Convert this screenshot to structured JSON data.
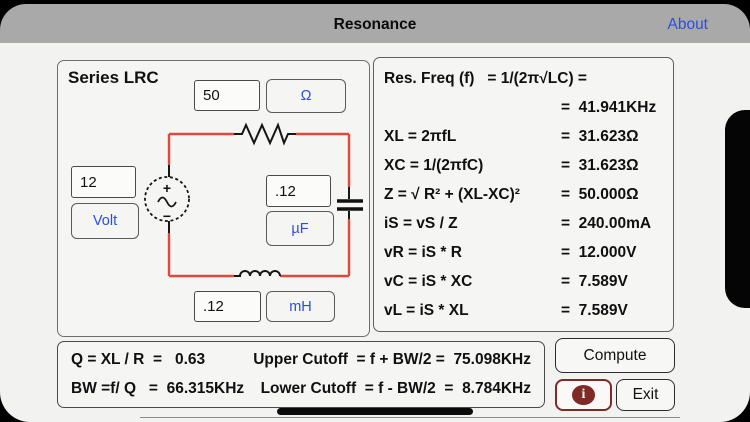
{
  "colors": {
    "accent-blue": "#2b50d8",
    "wire-red": "#e0483e",
    "maroon": "#7d2b24",
    "navbar-gray": "#a9a9a9",
    "content-bg": "#f2f2f1"
  },
  "nav": {
    "title": "Resonance",
    "about": "About"
  },
  "circuit": {
    "panel_title": "Series LRC",
    "resistance": {
      "value": "50",
      "unit": "Ω"
    },
    "voltage": {
      "value": "12",
      "unit": "Volt"
    },
    "capacitance": {
      "value": ".12",
      "unit": "µF"
    },
    "inductance": {
      "value": ".12",
      "unit": "mH"
    },
    "source_plus": "+",
    "source_minus": "−"
  },
  "results": {
    "rows": [
      {
        "formula": "Res. Freq (f)   = 1/(2π√LC) =",
        "value": ""
      },
      {
        "formula": "",
        "value": "=  41.941KHz"
      },
      {
        "formula": "XL = 2πfL",
        "value": "=  31.623Ω"
      },
      {
        "formula": "XC = 1/(2πfC)",
        "value": "=  31.623Ω"
      },
      {
        "formula": "Z = √ R² + (XL-XC)²",
        "value": "=  50.000Ω"
      },
      {
        "formula": "iS = vS / Z",
        "value": "=  240.00mA"
      },
      {
        "formula": "vR = iS * R",
        "value": "=  12.000V"
      },
      {
        "formula": "vC = iS * XC",
        "value": "=  7.589V"
      },
      {
        "formula": "vL = iS * XL",
        "value": "=  7.589V"
      }
    ]
  },
  "summary": {
    "rows": [
      {
        "left": "Q = XL / R  =   0.63",
        "right": "Upper Cutoff  = f + BW/2 =  75.098KHz"
      },
      {
        "left": "BW =f/ Q   =  66.315KHz",
        "right": "Lower Cutoff  = f - BW/2  =  8.784KHz"
      }
    ]
  },
  "actions": {
    "compute": "Compute",
    "info": "i",
    "exit": "Exit"
  }
}
